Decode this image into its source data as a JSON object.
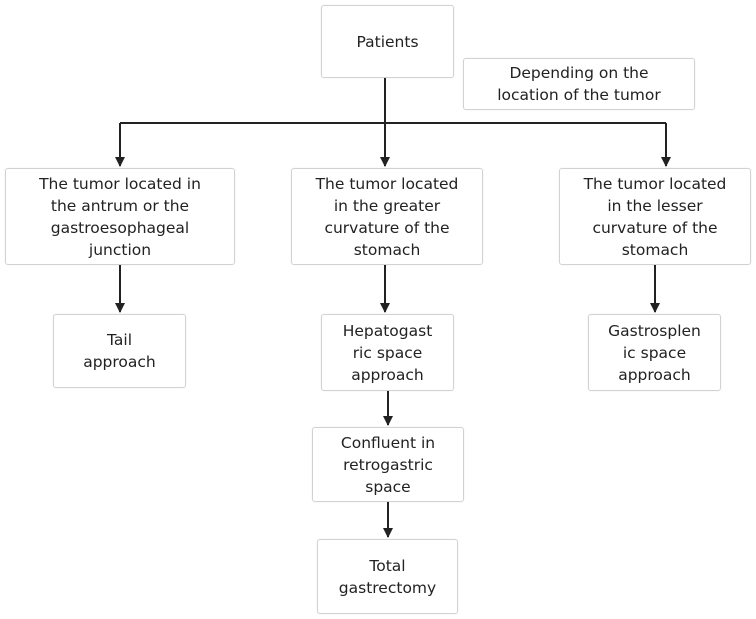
{
  "nodes": {
    "patients": "Patients",
    "note": "Depending on the\nlocation of the tumor",
    "left_condition": "The tumor located in\nthe antrum or the\ngastroesophageal\njunction",
    "middle_condition": "The tumor located\nin the greater\ncurvature of the\nstomach",
    "right_condition": "The tumor located\nin the lesser\ncurvature of the\nstomach",
    "tail": "Tail\napproach",
    "hepatogastric": "Hepatogast\nric space\napproach",
    "gastrosplenic": "Gastrosplen\nic space\napproach",
    "confluent": "Confluent in\nretrogastric\nspace",
    "total": "Total\ngastrectomy"
  },
  "colors": {
    "line": "#222222",
    "box_border": "#d2d2d2"
  }
}
